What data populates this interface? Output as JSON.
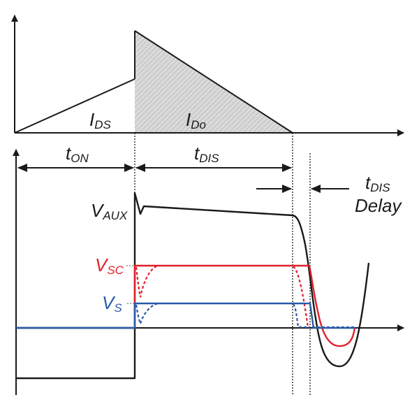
{
  "diagram": {
    "title": "Flyback current and auxiliary voltage timing waveforms",
    "colors": {
      "axis": "#1a1a1a",
      "vsc": "#e0202c",
      "vs": "#2a5aa8",
      "hatch_fill": "#d9d9d9",
      "hatch_line": "#bcbcbc"
    },
    "top_panel": {
      "labels": {
        "ids_main": "I",
        "ids_sub": "DS",
        "ido_main": "I",
        "ido_sub": "Do"
      }
    },
    "bottom_panel": {
      "labels": {
        "ton_main": "t",
        "ton_sub": "ON",
        "tdis_main": "t",
        "tdis_sub": "DIS",
        "tdis_delay_main": "t",
        "tdis_delay_sub": "DIS",
        "delay_word": "Delay",
        "vaux_main": "V",
        "vaux_sub": "AUX",
        "vsc_main": "V",
        "vsc_sub": "SC",
        "vs_main": "V",
        "vs_sub": "S"
      }
    }
  }
}
